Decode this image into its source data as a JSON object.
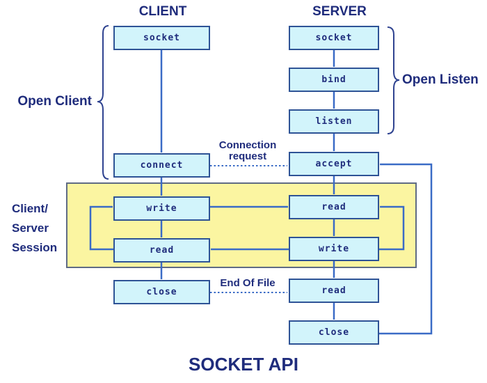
{
  "diagram": {
    "title": "SOCKET API",
    "client": {
      "header": "CLIENT",
      "nodes": [
        {
          "label": "socket"
        },
        {
          "label": "connect"
        },
        {
          "label": "write"
        },
        {
          "label": "read"
        },
        {
          "label": "close"
        }
      ]
    },
    "server": {
      "header": "SERVER",
      "nodes": [
        {
          "label": "socket"
        },
        {
          "label": "bind"
        },
        {
          "label": "listen"
        },
        {
          "label": "accept"
        },
        {
          "label": "read"
        },
        {
          "label": "write"
        },
        {
          "label": "read"
        },
        {
          "label": "close"
        }
      ]
    },
    "annotations": {
      "open_client": "Open Client",
      "open_listen": "Open Listen",
      "connection_request_line1": "Connection",
      "connection_request_line2": "request",
      "end_of_file": "End Of File",
      "session_line1": "Client/",
      "session_line2": "Server",
      "session_line3": "Session"
    },
    "colors": {
      "node_fill": "#D2F4FB",
      "node_border": "#2E5396",
      "arrow": "#3A6BC6",
      "text_navy": "#1F2C7C",
      "session_fill": "#FBF5A1",
      "session_border": "#5F6B84"
    }
  }
}
